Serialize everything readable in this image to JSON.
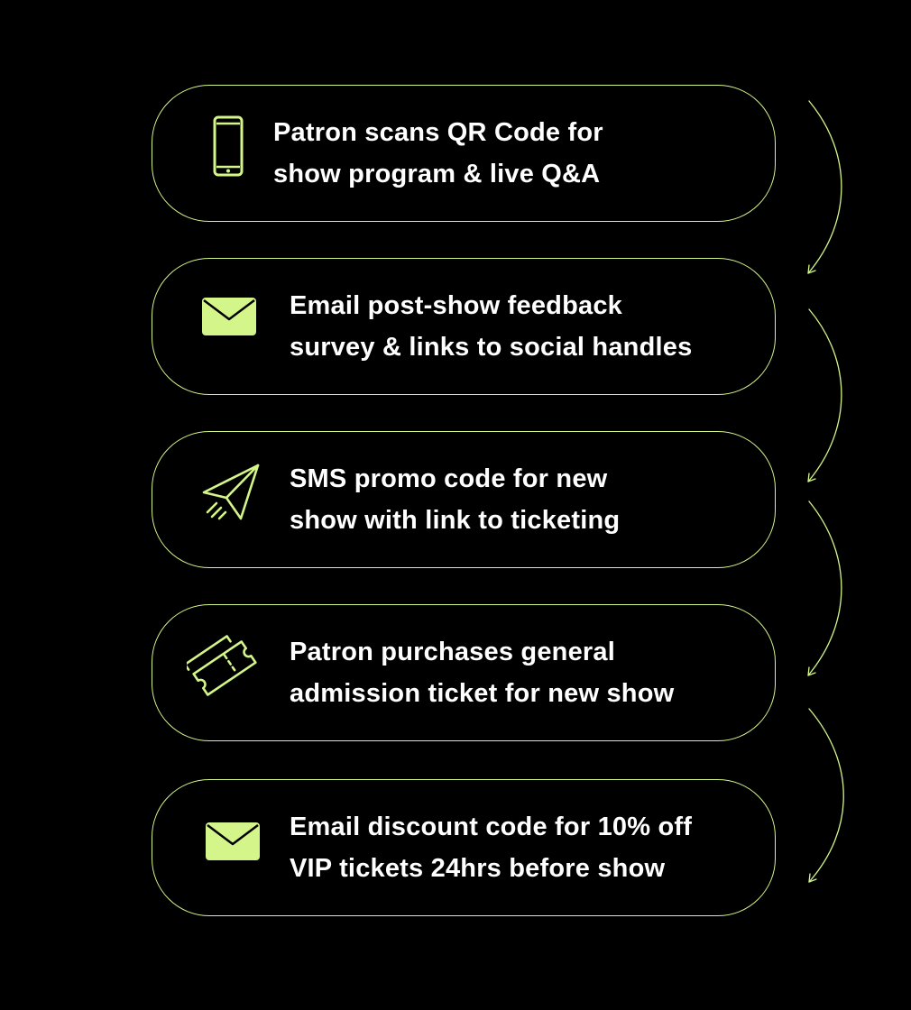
{
  "accent_color": "#d4f58a",
  "background_color": "#000000",
  "text_color": "#ffffff",
  "steps": [
    {
      "icon": "smartphone-icon",
      "lines": [
        "Patron scans QR Code for",
        "show program & live Q&A"
      ]
    },
    {
      "icon": "envelope-icon",
      "lines": [
        "Email post-show feedback",
        "survey & links to social handles"
      ]
    },
    {
      "icon": "paper-plane-icon",
      "lines": [
        "SMS promo code for new",
        "show with link to ticketing"
      ]
    },
    {
      "icon": "ticket-icon",
      "lines": [
        "Patron purchases general",
        "admission ticket for new show"
      ]
    },
    {
      "icon": "envelope-icon",
      "lines": [
        "Email discount code for 10% off",
        "VIP tickets 24hrs before show"
      ]
    }
  ]
}
